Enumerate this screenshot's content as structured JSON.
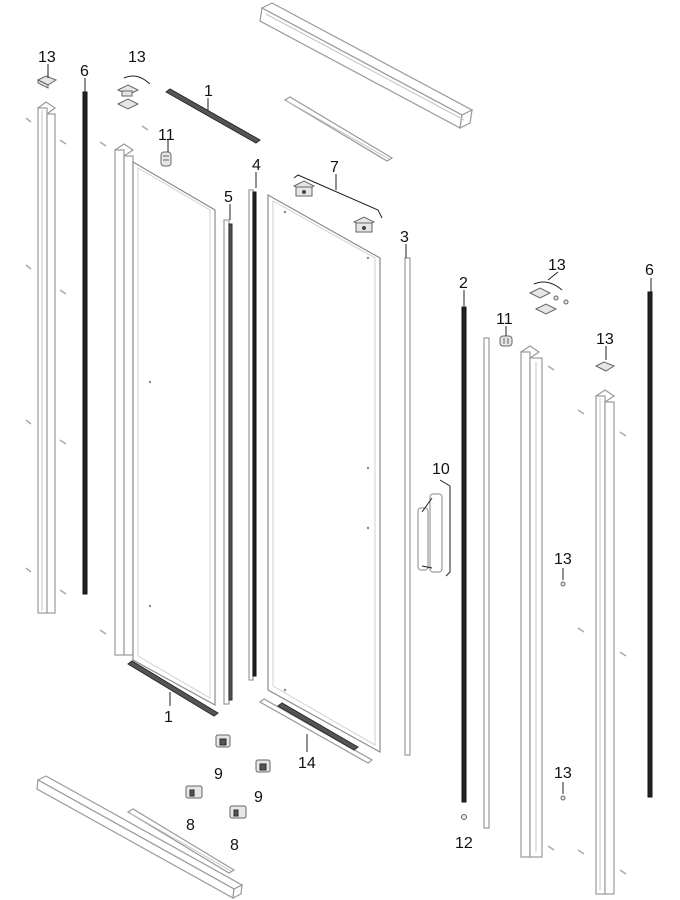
{
  "labels": {
    "l1_top": "1",
    "l1_bottom": "1",
    "l2": "2",
    "l3": "3",
    "l4": "4",
    "l5": "5",
    "l6_left": "6",
    "l6_right": "6",
    "l7": "7",
    "l8_left": "8",
    "l8_right": "8",
    "l9_left": "9",
    "l9_right": "9",
    "l10": "10",
    "l11_left": "11",
    "l11_right": "11",
    "l12": "12",
    "l13_a": "13",
    "l13_b": "13",
    "l13_c": "13",
    "l13_d": "13",
    "l13_e": "13",
    "l13_f": "13",
    "l14": "14"
  }
}
